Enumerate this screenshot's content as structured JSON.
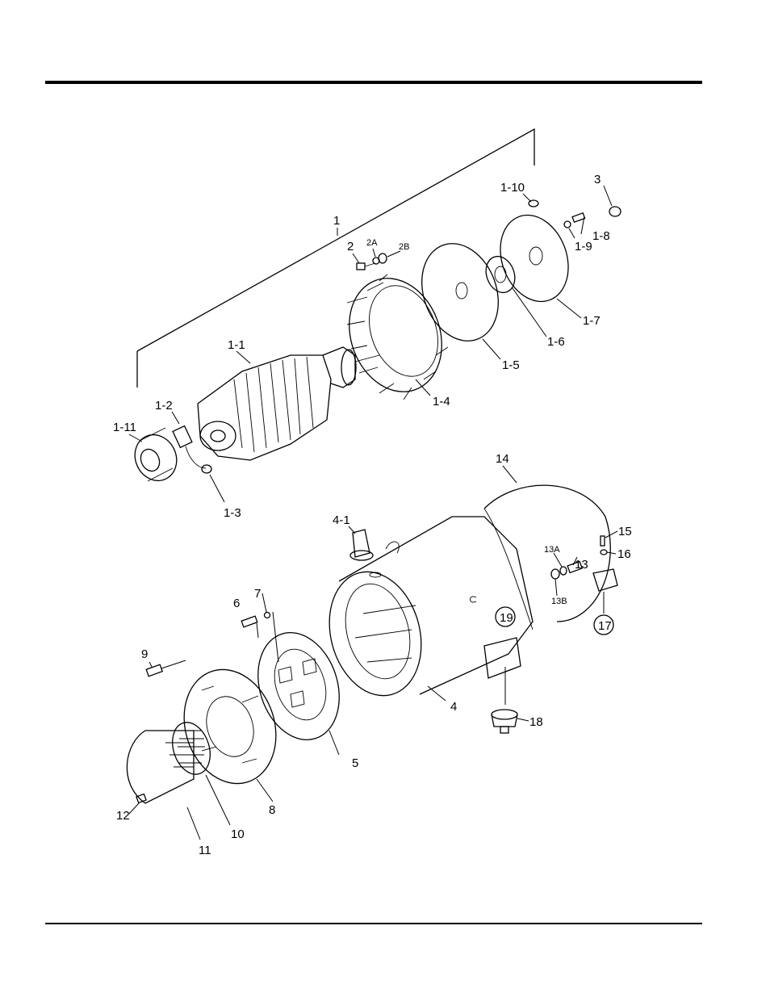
{
  "labels": {
    "l1": "1",
    "l1_1": "1-1",
    "l1_2": "1-2",
    "l1_3": "1-3",
    "l1_4": "1-4",
    "l1_5": "1-5",
    "l1_6": "1-6",
    "l1_7": "1-7",
    "l1_8": "1-8",
    "l1_9": "1-9",
    "l1_10": "1-10",
    "l1_11": "1-11",
    "l2": "2",
    "l2a": "2A",
    "l2b": "2B",
    "l3": "3",
    "l4": "4",
    "l4_1": "4-1",
    "l5": "5",
    "l6": "6",
    "l7": "7",
    "l8": "8",
    "l9": "9",
    "l10": "10",
    "l11": "11",
    "l12": "12",
    "l13": "13",
    "l13a": "13A",
    "l13b": "13B",
    "l14": "14",
    "l15": "15",
    "l16": "16",
    "l17": "17",
    "l18": "18",
    "l19": "19"
  }
}
